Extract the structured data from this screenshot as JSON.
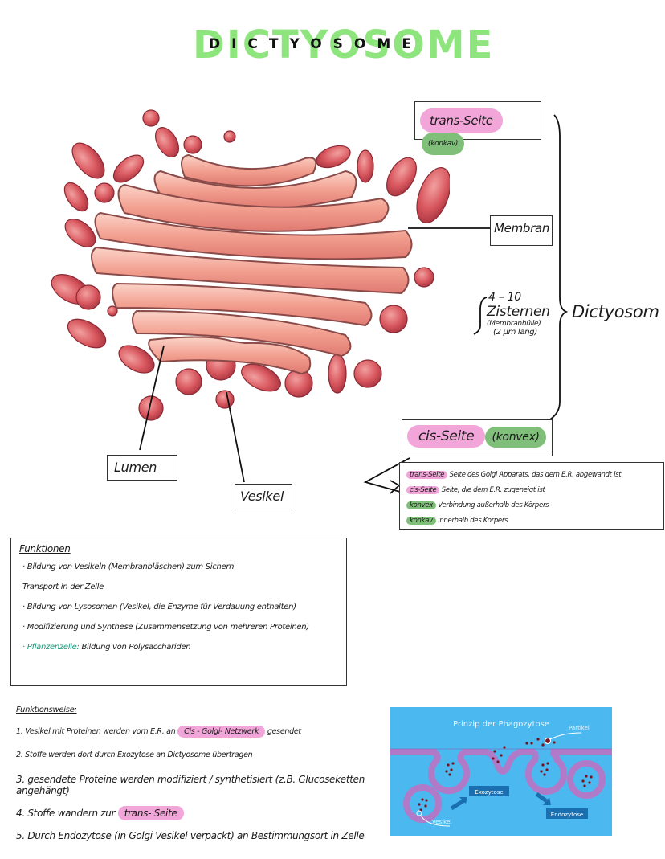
{
  "title": "DICTYOSOME",
  "diagram": {
    "labels": {
      "trans_side": "trans-Seite",
      "trans_shape": "(konkav)",
      "membran": "Membran",
      "zisternen_count": "4 – 10",
      "zisternen": "Zisternen",
      "zisternen_note": "(Membranhülle)",
      "zisternen_length": "(2 µm lang)",
      "dictyosom": "Dictyosom",
      "cis_side": "cis-Seite",
      "cis_shape": "(konvex)",
      "lumen": "Lumen",
      "vesikel": "Vesikel"
    }
  },
  "legend": [
    {
      "tag": "trans-Seite",
      "color": "pink",
      "text": "Seite des Golgi Apparats, das dem E.R. abgewandt ist"
    },
    {
      "tag": "cis-Seite",
      "color": "pink",
      "text": "Seite, die dem E.R. zugeneigt ist"
    },
    {
      "tag": "konvex",
      "color": "green",
      "text": "Verbindung außerhalb des Körpers"
    },
    {
      "tag": "konkav",
      "color": "green",
      "text": "innerhalb des Körpers"
    }
  ],
  "funktionen": {
    "heading": "Funktionen",
    "items": [
      "· Bildung von Vesikeln (Membranbläschen) zum Sichern",
      "Transport in der Zelle",
      "· Bildung von Lysosomen (Vesikel, die Enzyme für Verdauung enthalten)",
      "· Modifizierung und Synthese (Zusammensetzung von mehreren Proteinen)"
    ],
    "plant_label": "· Pflanzenzelle:",
    "plant_text": "Bildung von Polysacchariden"
  },
  "funktionsweise": {
    "heading": "Funktionsweise:",
    "step1_pre": "1. Vesikel mit Proteinen werden vom E.R. an",
    "step1_hl": "Cis - Golgi- Netzwerk",
    "step1_post": "gesendet",
    "step2": "2. Stoffe werden dort durch Exozytose an Dictyosome übertragen",
    "step3": "3. gesendete Proteine werden modifiziert / synthetisiert (z.B. Glucoseketten angehängt)",
    "step4_pre": "4. Stoffe wandern zur",
    "step4_hl": "trans- Seite",
    "step5": "5. Durch Endozytose (in Golgi Vesikel verpackt) an Bestimmungsort in Zelle"
  },
  "phagozytose": {
    "title": "Prinzip der Phagozytose",
    "partikel": "Partikel",
    "exozytose": "Exozytose",
    "endozytose": "Endozytose",
    "vesikel": "Vesikel",
    "colors": {
      "background": "#4bb8f0",
      "membrane": "#b07ac8",
      "dark_label": "#1a6fb0",
      "particle": "#7a1020"
    }
  },
  "colors": {
    "title_green": "#8ee57e",
    "highlight_pink": "#f2a5d8",
    "highlight_green": "#7fbf7a",
    "golgi": "#e8797b"
  }
}
